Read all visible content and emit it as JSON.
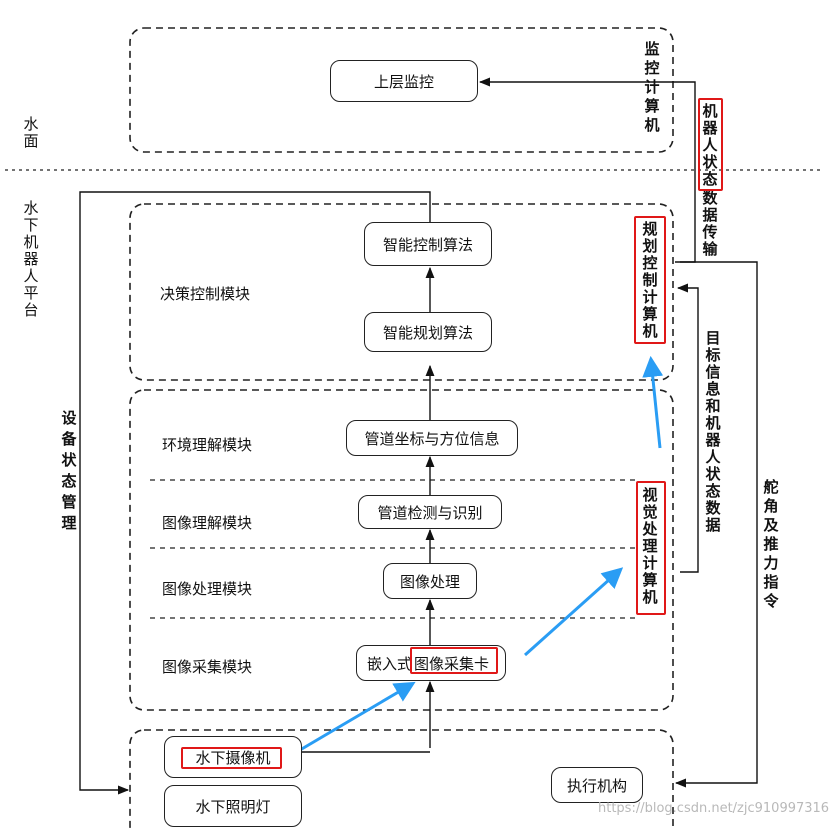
{
  "left_labels": {
    "surface": "水面",
    "underwater_platform": "水下机器人平台",
    "device_status": "设备状态管理"
  },
  "modules": {
    "decision": "决策控制模块",
    "environment": "环境理解模块",
    "image_understanding": "图像理解模块",
    "image_processing": "图像处理模块",
    "image_capture": "图像采集模块"
  },
  "boxes": {
    "upper_monitor": "上层监控",
    "intelligent_control": "智能控制算法",
    "intelligent_planning": "智能规划算法",
    "pipe_coordinates": "管道坐标与方位信息",
    "pipe_detection": "管道检测与识别",
    "image_processing": "图像处理",
    "embedded_prefix": "嵌入式",
    "capture_card": "图像采集卡",
    "camera": "水下摄像机",
    "light": "水下照明灯",
    "actuator": "执行机构"
  },
  "right_labels": {
    "monitor_computer": "监控计算机",
    "robot_state_a": "机器人状态",
    "robot_state_b": "数据传输",
    "planning_computer": "规划控制计算机",
    "target_info": "目标信息和机器人状态数据",
    "vision_computer": "视觉处理计算机",
    "rudder_thrust": "舵角及推力指令"
  },
  "watermark": "https://blog.csdn.net/zjc910997316"
}
